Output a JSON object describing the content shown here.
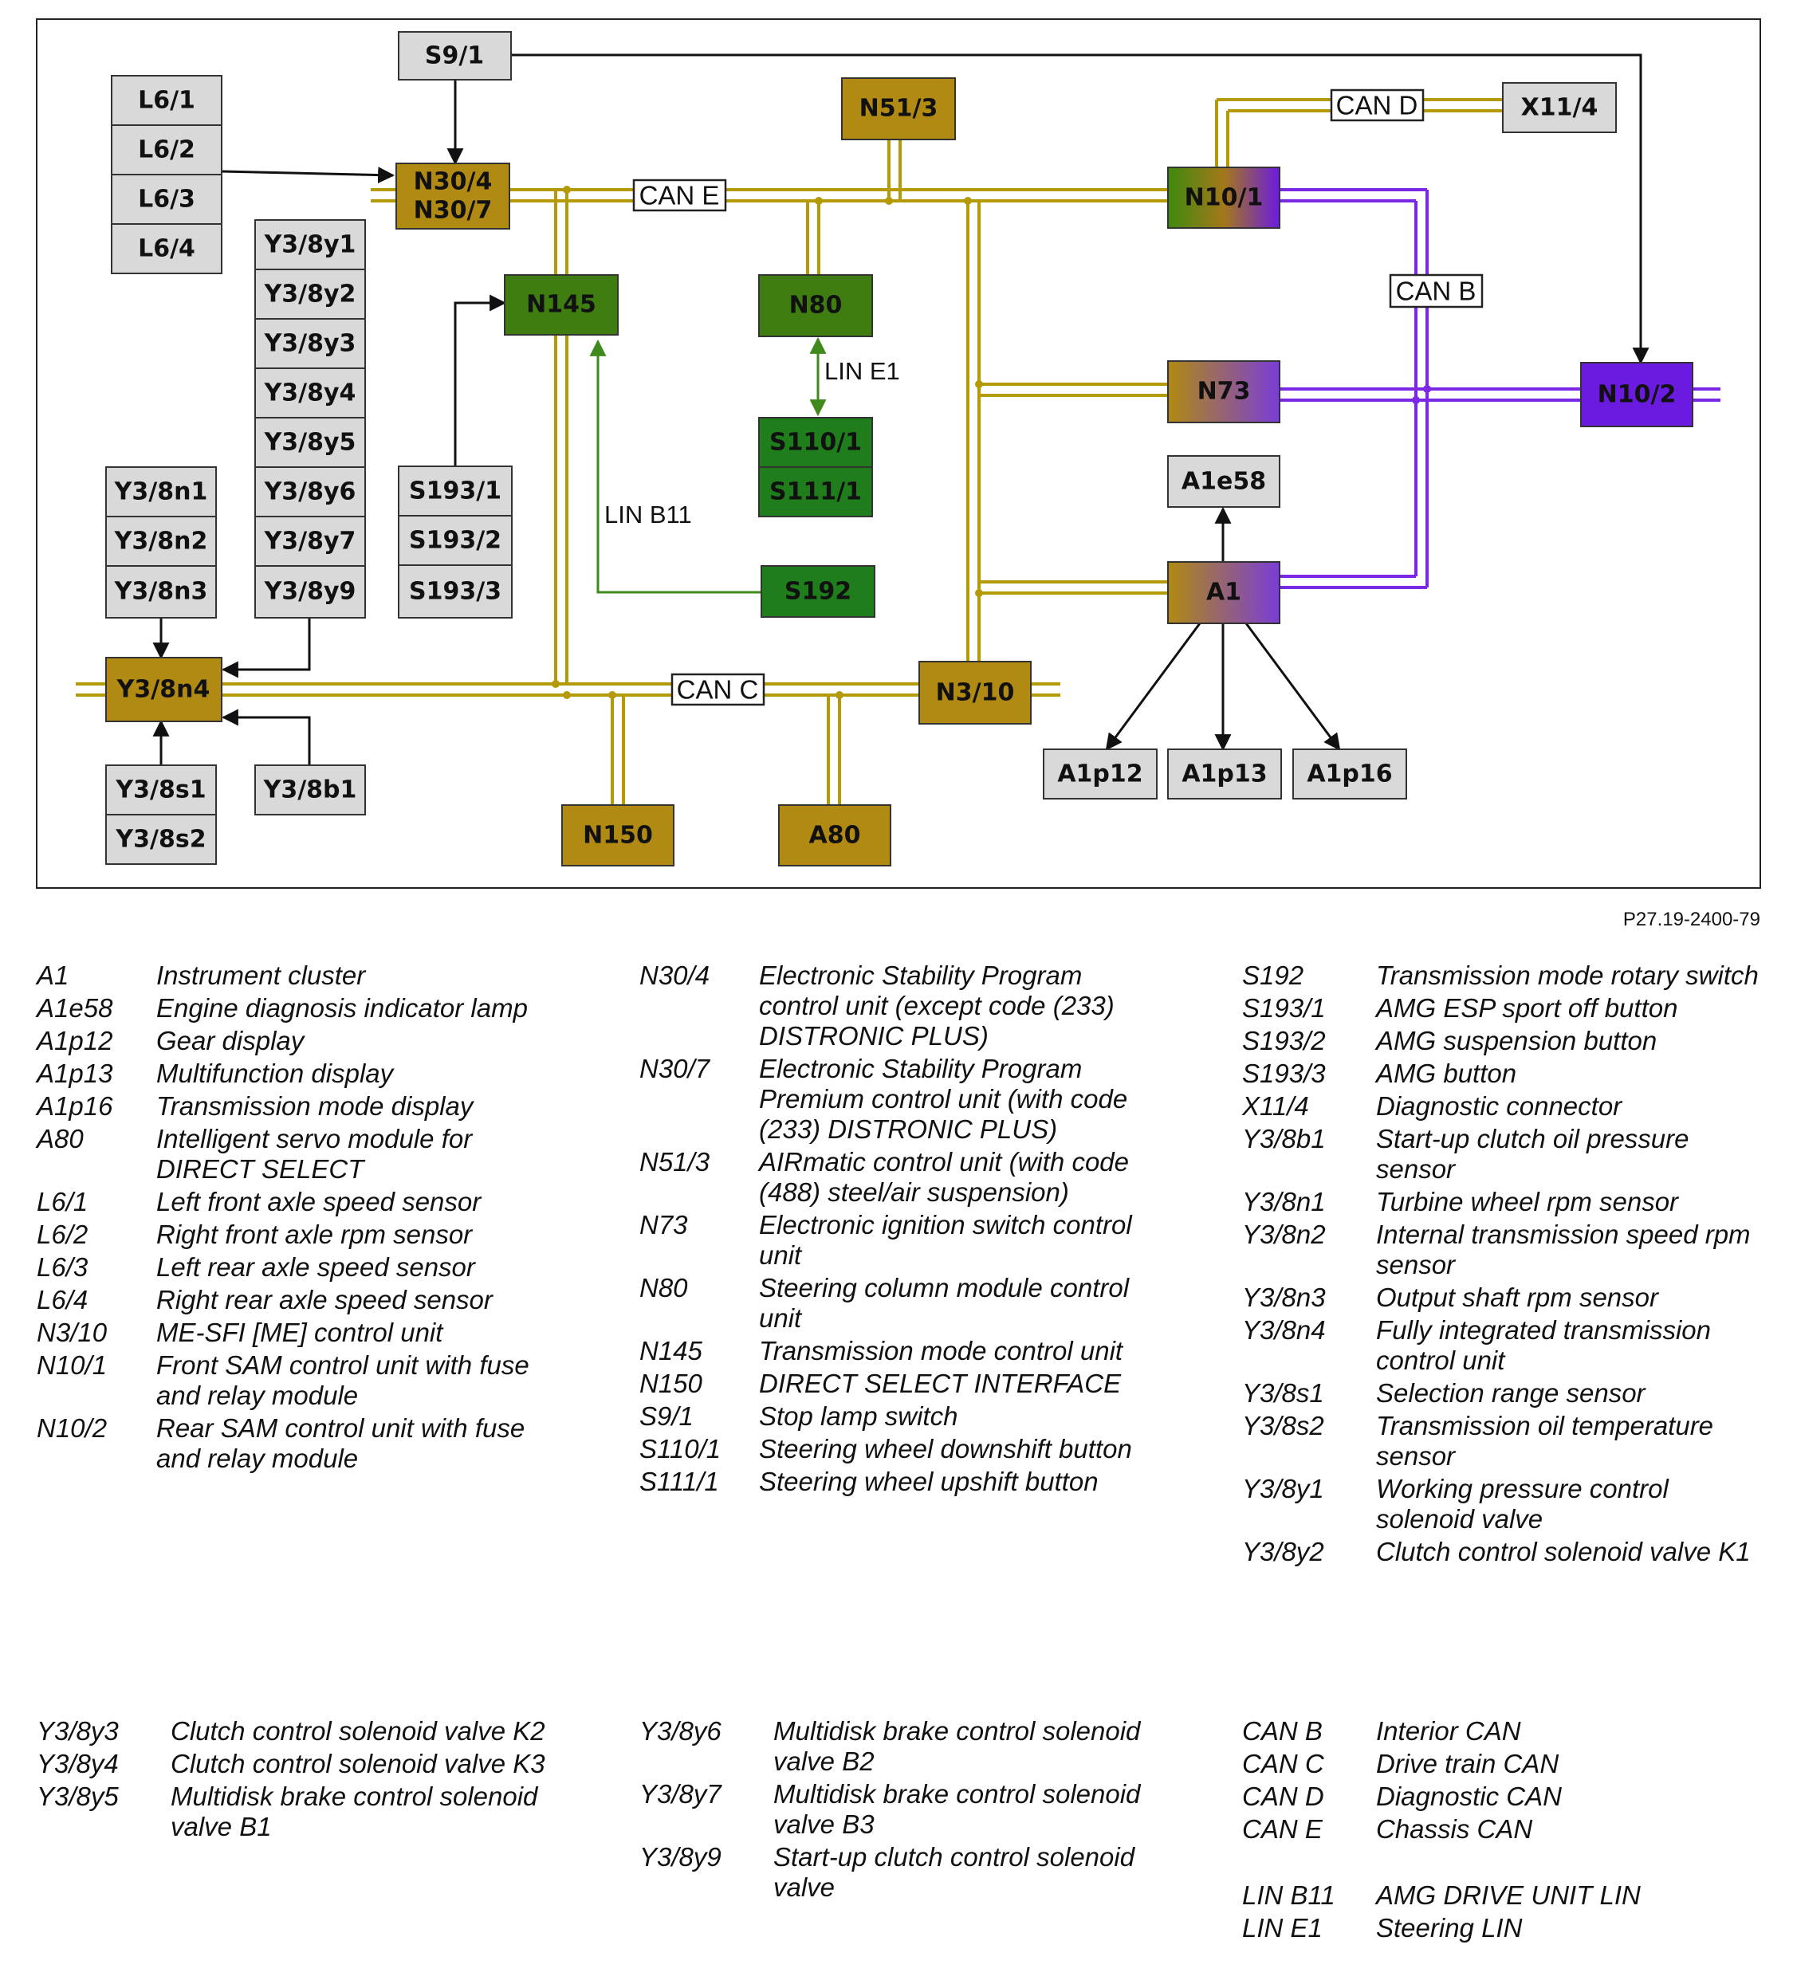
{
  "doc_ref": "P27.19-2400-79",
  "blocks": {
    "s9_1": "S9/1",
    "l6_1": "L6/1",
    "l6_2": "L6/2",
    "l6_3": "L6/3",
    "l6_4": "L6/4",
    "n30_4": "N30/4",
    "n30_7": "N30/7",
    "n51_3": "N51/3",
    "x11_4": "X11/4",
    "n10_1": "N10/1",
    "n10_2": "N10/2",
    "n145": "N145",
    "n80": "N80",
    "s110_1": "S110/1",
    "s111_1": "S111/1",
    "n73": "N73",
    "a1e58": "A1e58",
    "a1": "A1",
    "s192": "S192",
    "y8y1": "Y3/8y1",
    "y8y2": "Y3/8y2",
    "y8y3": "Y3/8y3",
    "y8y4": "Y3/8y4",
    "y8y5": "Y3/8y5",
    "y8y6": "Y3/8y6",
    "y8y7": "Y3/8y7",
    "y8y9": "Y3/8y9",
    "y8n1": "Y3/8n1",
    "y8n2": "Y3/8n2",
    "y8n3": "Y3/8n3",
    "y8n4": "Y3/8n4",
    "s193_1": "S193/1",
    "s193_2": "S193/2",
    "s193_3": "S193/3",
    "y8s1": "Y3/8s1",
    "y8s2": "Y3/8s2",
    "y8b1": "Y3/8b1",
    "n150": "N150",
    "a80": "A80",
    "n3_10": "N3/10",
    "a1p12": "A1p12",
    "a1p13": "A1p13",
    "a1p16": "A1p16"
  },
  "bus_labels": {
    "can_b": "CAN B",
    "can_c": "CAN C",
    "can_d": "CAN D",
    "can_e": "CAN E",
    "lin_b11": "LIN B11",
    "lin_e1": "LIN E1"
  },
  "colors": {
    "can_gold": "#b59a08",
    "can_b_purple": "#7a28e6",
    "lin_green": "#3f8a1c",
    "ecu_gold": "#b08a12",
    "ecu_green": "#3f7d10",
    "ecu_switch_green": "#1f7d1c",
    "ecu_purple": "#6b1be0",
    "component_gray": "#d9d9d9"
  },
  "legend": {
    "col1": [
      {
        "code": "A1",
        "desc": "Instrument cluster"
      },
      {
        "code": "A1e58",
        "desc": "Engine diagnosis indicator lamp"
      },
      {
        "code": "A1p12",
        "desc": "Gear display"
      },
      {
        "code": "A1p13",
        "desc": "Multifunction display"
      },
      {
        "code": "A1p16",
        "desc": "Transmission mode display"
      },
      {
        "code": "A80",
        "desc": "Intelligent servo module for DIRECT SELECT"
      },
      {
        "code": "L6/1",
        "desc": "Left front axle speed sensor"
      },
      {
        "code": "L6/2",
        "desc": "Right front axle rpm sensor"
      },
      {
        "code": "L6/3",
        "desc": "Left rear axle speed sensor"
      },
      {
        "code": "L6/4",
        "desc": "Right rear axle speed sensor"
      },
      {
        "code": "N3/10",
        "desc": "ME-SFI [ME] control unit"
      },
      {
        "code": "N10/1",
        "desc": "Front SAM control unit with fuse and relay module"
      },
      {
        "code": "N10/2",
        "desc": "Rear SAM control unit with fuse and relay module"
      }
    ],
    "col2": [
      {
        "code": "N30/4",
        "desc": "Electronic Stability Program control unit (except code (233) DISTRONIC PLUS)"
      },
      {
        "code": "N30/7",
        "desc": "Electronic Stability Program Premium control unit (with code (233) DISTRONIC PLUS)"
      },
      {
        "code": "N51/3",
        "desc": "AIRmatic control unit (with code (488) steel/air suspension)"
      },
      {
        "code": "N73",
        "desc": "Electronic ignition switch control unit"
      },
      {
        "code": "N80",
        "desc": "Steering column module control unit"
      },
      {
        "code": "N145",
        "desc": "Transmission mode control unit"
      },
      {
        "code": "N150",
        "desc": "DIRECT SELECT INTERFACE"
      },
      {
        "code": "S9/1",
        "desc": "Stop lamp switch"
      },
      {
        "code": "S110/1",
        "desc": "Steering wheel downshift button"
      },
      {
        "code": "S111/1",
        "desc": "Steering wheel upshift button"
      }
    ],
    "col3": [
      {
        "code": "S192",
        "desc": "Transmission mode rotary switch"
      },
      {
        "code": "S193/1",
        "desc": "AMG ESP sport off button"
      },
      {
        "code": "S193/2",
        "desc": "AMG suspension button"
      },
      {
        "code": "S193/3",
        "desc": "AMG button"
      },
      {
        "code": "X11/4",
        "desc": "Diagnostic connector"
      },
      {
        "code": "Y3/8b1",
        "desc": "Start-up clutch oil pressure sensor"
      },
      {
        "code": "Y3/8n1",
        "desc": "Turbine wheel rpm sensor"
      },
      {
        "code": "Y3/8n2",
        "desc": "Internal transmission speed rpm sensor"
      },
      {
        "code": "Y3/8n3",
        "desc": "Output shaft rpm sensor"
      },
      {
        "code": "Y3/8n4",
        "desc": "Fully integrated transmission control unit"
      },
      {
        "code": "Y3/8s1",
        "desc": "Selection range sensor"
      },
      {
        "code": "Y3/8s2",
        "desc": "Transmission oil temperature sensor"
      },
      {
        "code": "Y3/8y1",
        "desc": "Working pressure control solenoid valve"
      },
      {
        "code": "Y3/8y2",
        "desc": "Clutch control solenoid valve K1"
      }
    ],
    "col4": [
      {
        "code": "Y3/8y3",
        "desc": "Clutch control solenoid valve K2"
      },
      {
        "code": "Y3/8y4",
        "desc": "Clutch control solenoid valve K3"
      },
      {
        "code": "Y3/8y5",
        "desc": "Multidisk brake control solenoid valve B1"
      }
    ],
    "col5": [
      {
        "code": "Y3/8y6",
        "desc": "Multidisk brake control solenoid valve B2"
      },
      {
        "code": "Y3/8y7",
        "desc": "Multidisk brake control solenoid valve B3"
      },
      {
        "code": "Y3/8y9",
        "desc": "Start-up clutch control solenoid valve"
      }
    ],
    "col6a": [
      {
        "code": "CAN B",
        "desc": "Interior CAN"
      },
      {
        "code": "CAN C",
        "desc": "Drive train CAN"
      },
      {
        "code": "CAN D",
        "desc": "Diagnostic CAN"
      },
      {
        "code": "CAN E",
        "desc": "Chassis CAN"
      }
    ],
    "col6b": [
      {
        "code": "LIN B11",
        "desc": "AMG DRIVE UNIT LIN"
      },
      {
        "code": "LIN E1",
        "desc": "Steering LIN"
      }
    ]
  }
}
